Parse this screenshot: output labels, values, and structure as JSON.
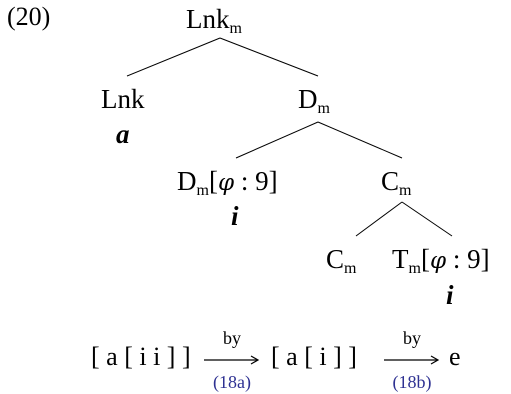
{
  "example_number": "(20)",
  "tree": {
    "root": {
      "label": "Lnk",
      "sub": "m"
    },
    "lnk": {
      "label": "Lnk",
      "value": "a"
    },
    "dm": {
      "label": "D",
      "sub": "m"
    },
    "dm_phi": {
      "label": "D",
      "sub": "m",
      "feature_open": "[",
      "phi": "φ",
      "feature_rest": " : 9]",
      "value": "i"
    },
    "cm_upper": {
      "label": "C",
      "sub": "m"
    },
    "cm_lower": {
      "label": "C",
      "sub": "m"
    },
    "tm_phi": {
      "label": "T",
      "sub": "m",
      "feature_open": "[",
      "phi": "φ",
      "feature_rest": " : 9]",
      "value": "i"
    }
  },
  "formula": {
    "term1": "[ a [ i i ] ]",
    "arrow1": {
      "over": "by",
      "under": "(18a)"
    },
    "term2": "[ a [ i ] ]",
    "arrow2": {
      "over": "by",
      "under": "(18b)"
    },
    "term3": "e"
  },
  "colors": {
    "reference_link": "#2e3192"
  }
}
